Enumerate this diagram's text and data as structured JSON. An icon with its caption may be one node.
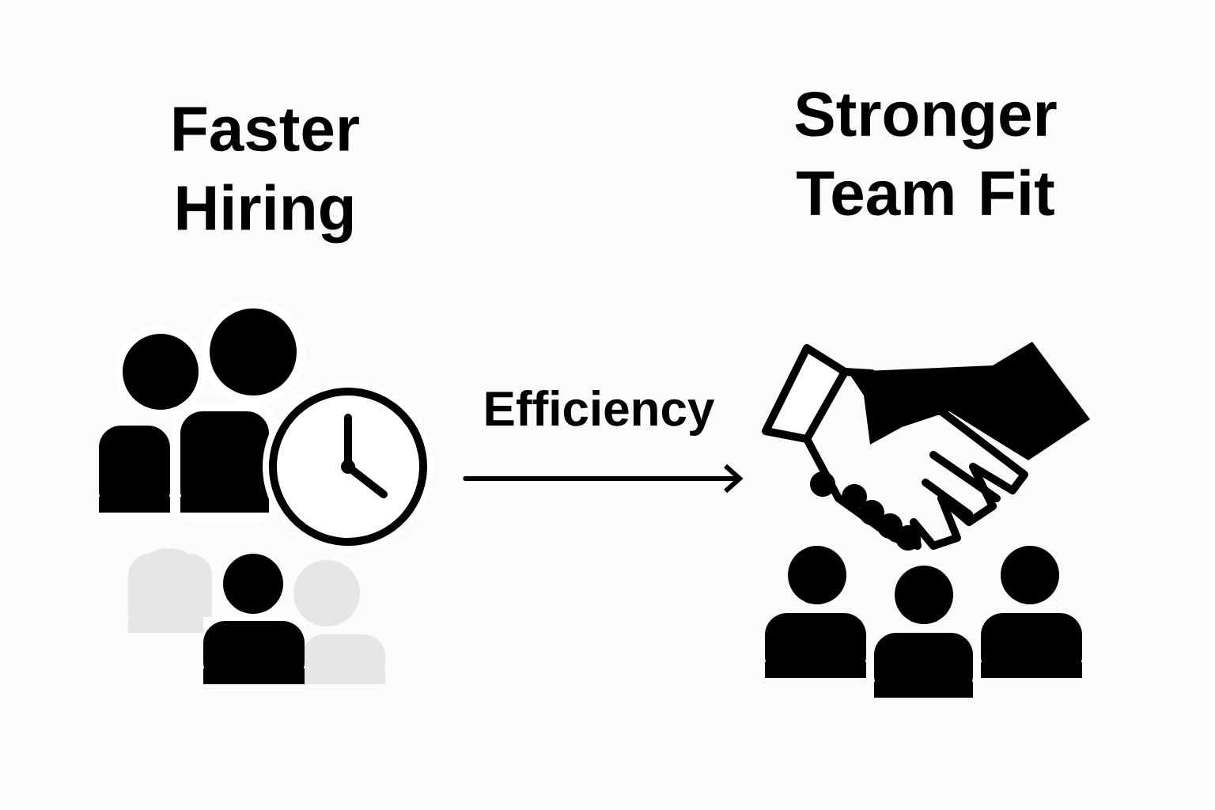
{
  "diagram": {
    "nodes": [
      {
        "text": [
          "Faster Hiring"
        ]
      },
      {
        "text": [
          "Stronger Team Fit"
        ]
      }
    ],
    "edges": [
      {
        "from": 0,
        "to": 1,
        "arrow": "to",
        "label": "Efficiency"
      }
    ]
  }
}
